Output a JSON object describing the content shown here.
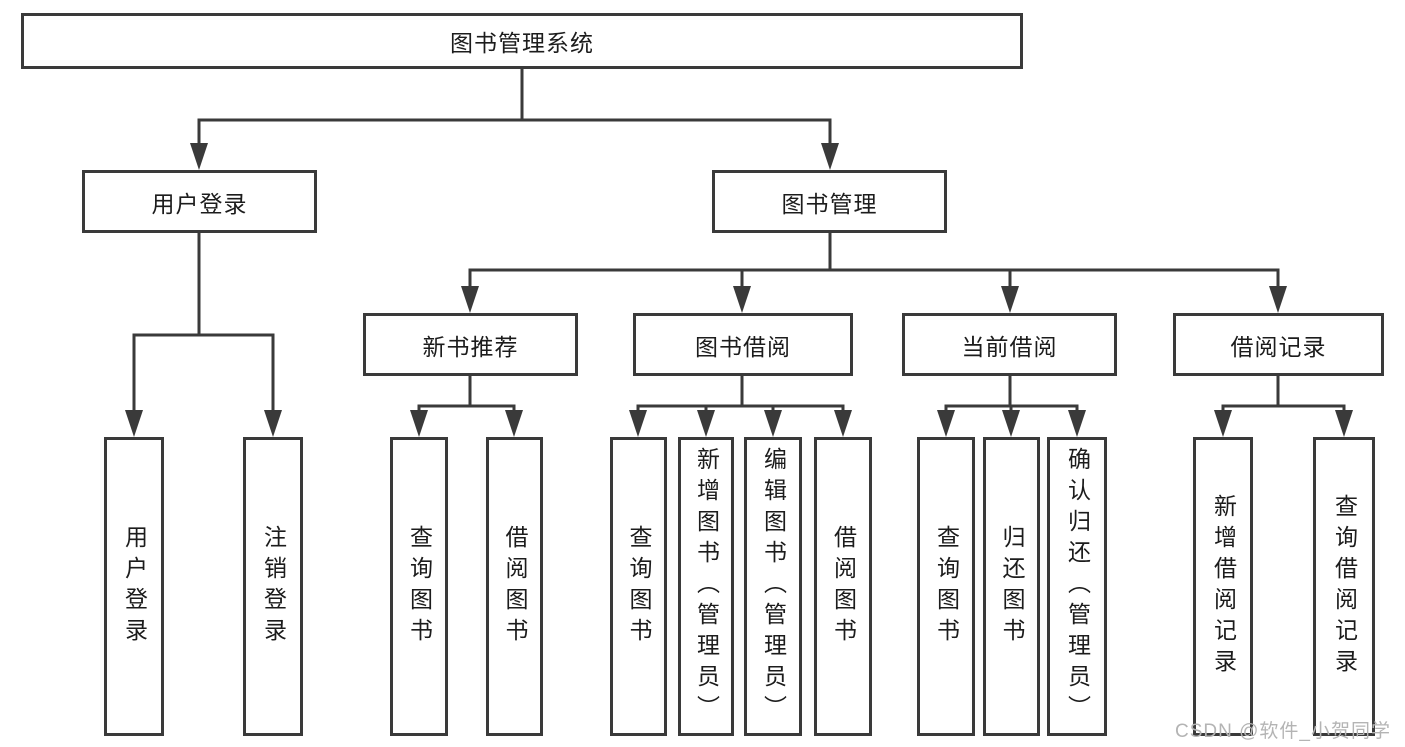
{
  "nodes": {
    "root": {
      "label": "图书管理系统"
    },
    "user_login": {
      "label": "用户登录",
      "children": [
        "用户登录",
        "注销登录"
      ]
    },
    "book_mgmt": {
      "label": "图书管理"
    },
    "new_books": {
      "label": "新书推荐",
      "children": [
        "查询图书",
        "借阅图书"
      ]
    },
    "book_borrow": {
      "label": "图书借阅",
      "children": [
        "查询图书",
        "新增图书（管理员）",
        "编辑图书（管理员）",
        "借阅图书"
      ]
    },
    "current_borrow": {
      "label": "当前借阅",
      "children": [
        "查询图书",
        "归还图书",
        "确认归还（管理员）"
      ]
    },
    "borrow_records": {
      "label": "借阅记录",
      "children": [
        "新增借阅记录",
        "查询借阅记录"
      ]
    }
  },
  "watermark": {
    "text": "CSDN @软件_小贺同学"
  },
  "colors": {
    "line": "#3a3a3a",
    "text": "#1c1c1c",
    "watermark": "#b4b4b4",
    "background": "#ffffff"
  }
}
